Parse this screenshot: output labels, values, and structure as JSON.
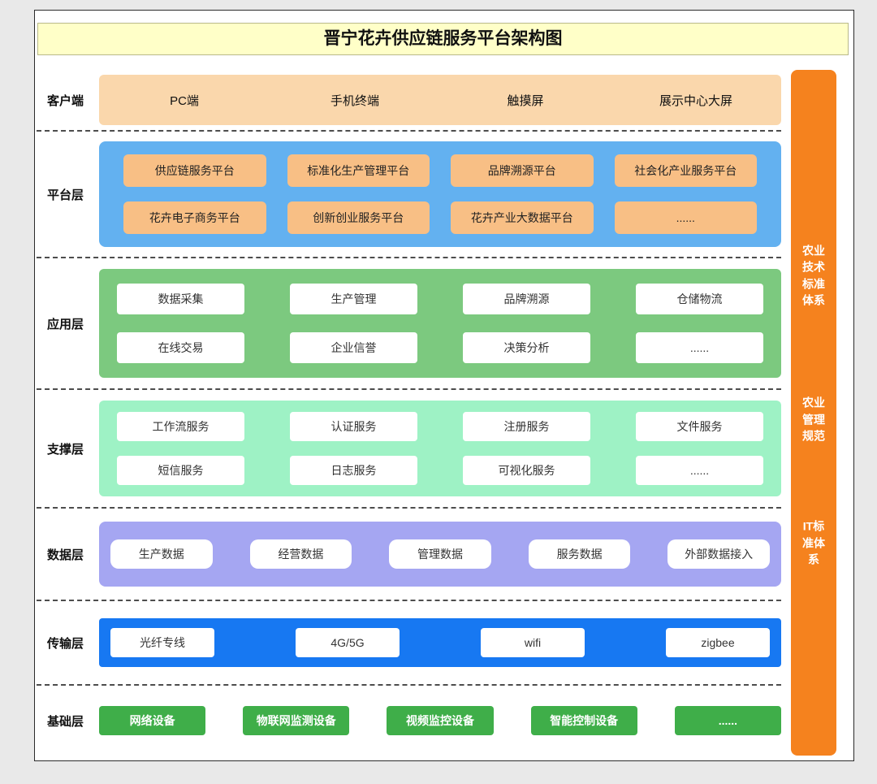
{
  "title": "晋宁花卉供应链服务平台架构图",
  "layers": {
    "client": {
      "label": "客户端",
      "items": [
        "PC端",
        "手机终端",
        "触摸屏",
        "展示中心大屏"
      ]
    },
    "platform": {
      "label": "平台层",
      "row1": [
        "供应链服务平台",
        "标准化生产管理平台",
        "品牌溯源平台",
        "社会化产业服务平台"
      ],
      "row2": [
        "花卉电子商务平台",
        "创新创业服务平台",
        "花卉产业大数据平台",
        "......"
      ]
    },
    "application": {
      "label": "应用层",
      "row1": [
        "数据采集",
        "生产管理",
        "品牌溯源",
        "仓储物流"
      ],
      "row2": [
        "在线交易",
        "企业信誉",
        "决策分析",
        "......"
      ]
    },
    "support": {
      "label": "支撑层",
      "row1": [
        "工作流服务",
        "认证服务",
        "注册服务",
        "文件服务"
      ],
      "row2": [
        "短信服务",
        "日志服务",
        "可视化服务",
        "......"
      ]
    },
    "data": {
      "label": "数据层",
      "items": [
        "生产数据",
        "经营数据",
        "管理数据",
        "服务数据",
        "外部数据接入"
      ]
    },
    "transmission": {
      "label": "传输层",
      "items": [
        "光纤专线",
        "4G/5G",
        "wifi",
        "zigbee"
      ]
    },
    "base": {
      "label": "基础层",
      "items": [
        "网络设备",
        "物联网监测设备",
        "视频监控设备",
        "智能控制设备",
        "......"
      ]
    }
  },
  "sidebar": {
    "sections": [
      "农业技术标准体系",
      "农业管理规范",
      "IT标准体系"
    ]
  },
  "colors": {
    "title_bg": "#ffffc8",
    "client_strip": "#fad7ac",
    "platform_container": "#63b1f0",
    "platform_box": "#f8bf85",
    "application_container": "#7cc97f",
    "support_container": "#9ef2c5",
    "data_container": "#a5a6f2",
    "transmission_container": "#1778f2",
    "base_box": "#3fae49",
    "sidebar_bar": "#f5821e"
  }
}
